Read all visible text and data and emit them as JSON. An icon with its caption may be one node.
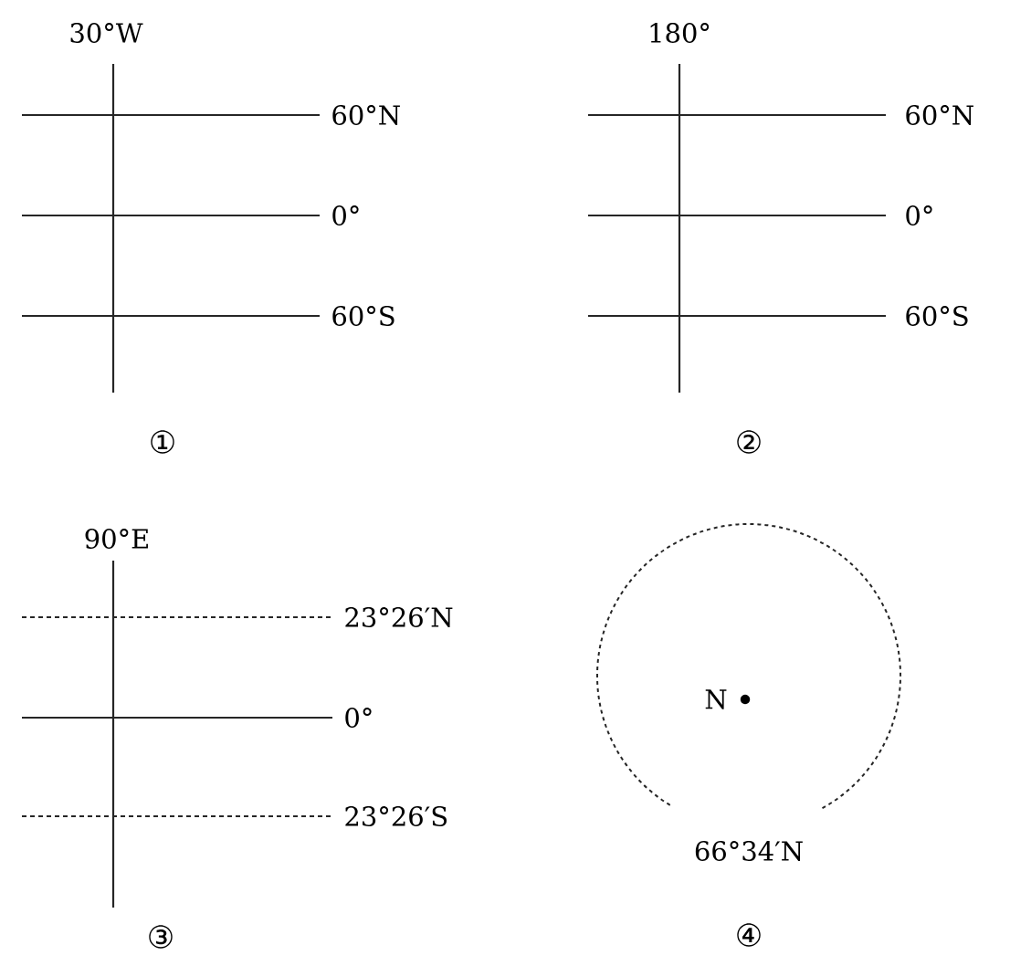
{
  "diagram": {
    "labels": [
      "30°W",
      "180°",
      "60°N",
      "60°N",
      "0°",
      "0°",
      "60°S",
      "60°S",
      "①",
      "②",
      "90°E",
      "23°26′N",
      "N",
      "0°",
      "23°26′S",
      "66°34′N",
      "③",
      "④"
    ]
  }
}
